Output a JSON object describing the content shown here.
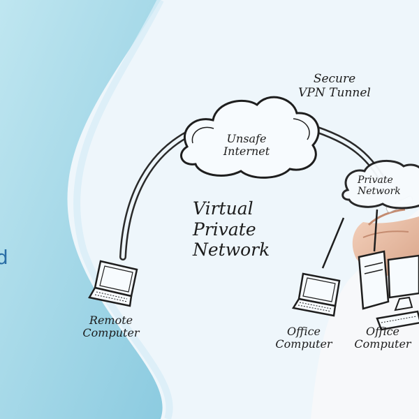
{
  "diagram": {
    "title_lines": [
      "Virtual",
      "Private",
      "Network"
    ],
    "tunnel_label_lines": [
      "Secure",
      "VPN Tunnel"
    ],
    "internet_label_lines": [
      "Unsafe",
      "Internet"
    ],
    "private_network_label_lines": [
      "Private",
      "Network"
    ],
    "remote_computer_label_lines": [
      "Remote",
      "Computer"
    ],
    "office_computer_1_label_lines": [
      "Office",
      "Computer"
    ],
    "office_computer_2_label_lines": [
      "Office",
      "Computer"
    ],
    "edge_text_fragment": "d",
    "icons": [
      "cloud-icon",
      "laptop-icon",
      "desktop-tower-icon",
      "monitor-icon",
      "keyboard-icon"
    ],
    "colors": {
      "left_panel": "#a6d8e8",
      "background": "#eaf4fa",
      "ink": "#1c1c1c",
      "accent_text": "#2a6ea6"
    }
  }
}
